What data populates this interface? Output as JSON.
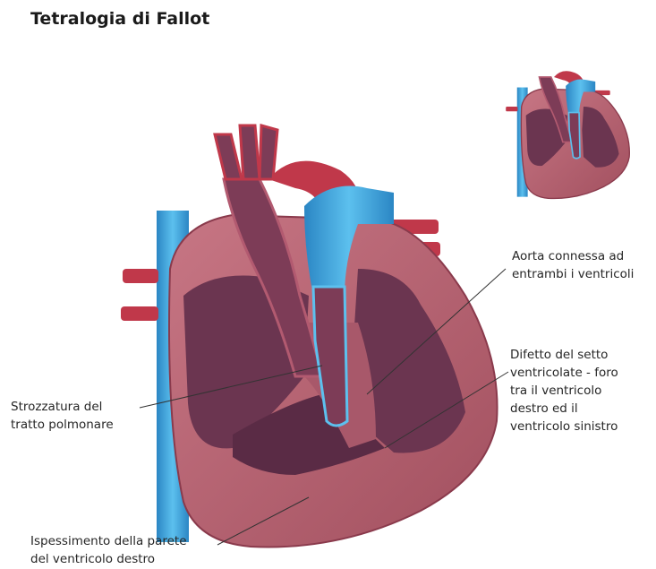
{
  "title": "Tetralogia di Fallot",
  "labels": {
    "aorta": [
      "Aorta connessa ad",
      "entrambi i ventricoli"
    ],
    "septal_defect": [
      "Difetto del setto",
      "ventricolate - foro",
      "tra il ventricolo",
      "destro ed il",
      "ventricolo sinistro"
    ],
    "stenosis": [
      "Strozzatura del",
      "tratto polmonare"
    ],
    "thickening": [
      "Ispessimento della parete",
      "del ventricolo destro"
    ]
  },
  "colors": {
    "muscle": "#b5606e",
    "muscle_dark": "#7a3045",
    "chamber": "#6b3550",
    "artery_red": "#c0384a",
    "vein_blue": "#3aa0d8",
    "leader": "#333333"
  }
}
